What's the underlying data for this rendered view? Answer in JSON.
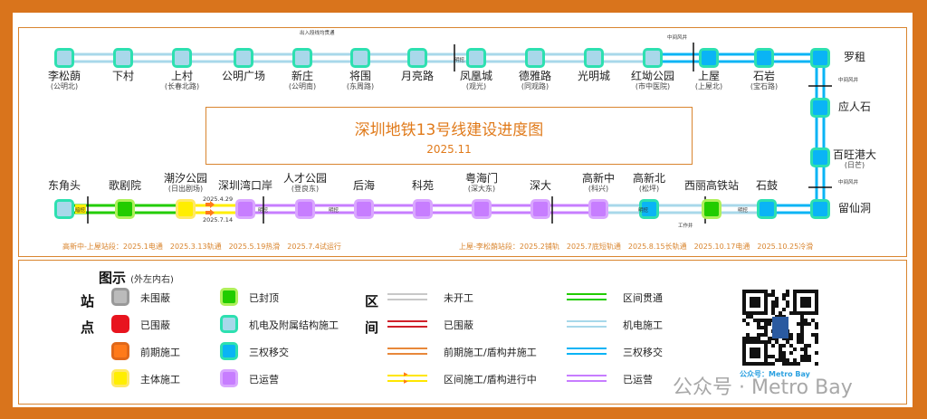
{
  "title": "深圳地铁13号线建设进度图",
  "date": "2025.11",
  "colors": {
    "mech": "#a8d8ea",
    "sanquan": "#0ab4f5",
    "operating": "#c77dff",
    "capped": "#22cc00",
    "main": "#ffee00",
    "early": "#ff7a1a",
    "enclosed": "#e8141e",
    "notstarted": "#bbbbbb",
    "border_mech": "#2de0b0",
    "frame": "#d9741c"
  },
  "stations": [
    {
      "name": "李松蓢",
      "sub": "(公明北)",
      "status": "mech"
    },
    {
      "name": "下村",
      "sub": "",
      "status": "mech"
    },
    {
      "name": "上村",
      "sub": "(长春北路)",
      "status": "mech"
    },
    {
      "name": "公明广场",
      "sub": "",
      "status": "mech"
    },
    {
      "name": "新庄",
      "sub": "(公明南)",
      "status": "mech"
    },
    {
      "name": "将围",
      "sub": "(东周路)",
      "status": "mech"
    },
    {
      "name": "月亮路",
      "sub": "",
      "status": "mech"
    },
    {
      "name": "凤凰城",
      "sub": "(观光)",
      "status": "mech"
    },
    {
      "name": "德雅路",
      "sub": "(同观路)",
      "status": "mech"
    },
    {
      "name": "光明城",
      "sub": "",
      "status": "mech"
    },
    {
      "name": "红坳公园",
      "sub": "(市中医院)",
      "status": "mech"
    },
    {
      "name": "上屋",
      "sub": "(上屋北)",
      "status": "sanquan"
    },
    {
      "name": "石岩",
      "sub": "(宝石路)",
      "status": "sanquan"
    },
    {
      "name": "罗租",
      "sub": "",
      "status": "sanquan"
    },
    {
      "name": "应人石",
      "sub": "",
      "status": "sanquan"
    },
    {
      "name": "百旺港大",
      "sub": "(日芒)",
      "status": "sanquan"
    },
    {
      "name": "留仙洞",
      "sub": "",
      "status": "sanquan"
    },
    {
      "name": "石鼓",
      "sub": "",
      "status": "sanquan"
    },
    {
      "name": "西丽高铁站",
      "sub": "",
      "status": "capped"
    },
    {
      "name": "高新北",
      "sub": "(松坪)",
      "status": "sanquan"
    },
    {
      "name": "高新中",
      "sub": "(科兴)",
      "status": "operating"
    },
    {
      "name": "深大",
      "sub": "",
      "status": "operating"
    },
    {
      "name": "粤海门",
      "sub": "(深大东)",
      "status": "operating"
    },
    {
      "name": "科苑",
      "sub": "",
      "status": "operating"
    },
    {
      "name": "后海",
      "sub": "",
      "status": "operating"
    },
    {
      "name": "人才公园",
      "sub": "(登良东)",
      "status": "operating"
    },
    {
      "name": "深圳湾口岸",
      "sub": "",
      "status": "operating"
    },
    {
      "name": "潮汐公园",
      "sub": "(日出剧场)",
      "status": "main"
    },
    {
      "name": "歌剧院",
      "sub": "",
      "status": "capped"
    },
    {
      "name": "东角头",
      "sub": "",
      "status": "mech"
    }
  ],
  "segment_status": [
    "mech",
    "mech",
    "mech",
    "mech",
    "mech",
    "mech",
    "mech",
    "mech",
    "mech",
    "mech",
    "sanquan",
    "sanquan",
    "sanquan",
    "sanquan",
    "sanquan",
    "sanquan",
    "sanquan",
    "mech",
    "mech",
    "mech",
    "operating",
    "operating",
    "operating",
    "operating",
    "operating",
    "operating",
    "shield",
    "capped",
    "capped"
  ],
  "annotations": {
    "depot": "出入段线均贯通",
    "cut1": "明挖",
    "shaft1": "中间风井",
    "shaft2": "中间风井",
    "shaft3": "中间风井",
    "mine": "暗挖",
    "cut2": "明挖",
    "cut3": "明挖",
    "cut4": "明挖",
    "cut5": "明挖",
    "workshaft": "工作井",
    "date_a": "2025.4.29",
    "date_b": "2025.7.14"
  },
  "notes": {
    "left": "高新中-上屋站段：2025.1电通　2025.3.13轨通　2025.5.19热滑　2025.7.4试运行",
    "right": "上屋-李松蓢站段：2025.2铺轨　2025.7底短轨通　2025.8.15长轨通　2025.10.17电通　2025.10.25冷滑"
  },
  "legend": {
    "title": "图示",
    "subtitle": "(外左内右)",
    "station_label_1": "站",
    "station_label_2": "点",
    "section_label_1": "区",
    "section_label_2": "间",
    "stations": [
      {
        "label": "未围蔽",
        "color": "#bbbbbb",
        "border": "#999999"
      },
      {
        "label": "已围蔽",
        "color": "#e8141e",
        "border": "#e8141e"
      },
      {
        "label": "前期施工",
        "color": "#ff7a1a",
        "border": "#e0681a"
      },
      {
        "label": "主体施工",
        "color": "#ffee00",
        "border": "#ffe866"
      },
      {
        "label": "已封顶",
        "color": "#22cc00",
        "border": "#aef05a"
      },
      {
        "label": "机电及附属结构施工",
        "color": "#a8d8ea",
        "border": "#2de0b0"
      },
      {
        "label": "三权移交",
        "color": "#0ab4f5",
        "border": "#2de0b0"
      },
      {
        "label": "已运营",
        "color": "#c77dff",
        "border": "#d9a6ff"
      }
    ],
    "sections": [
      {
        "label": "未开工",
        "color": "#c8c8c8"
      },
      {
        "label": "已围蔽",
        "color": "#d0202a"
      },
      {
        "label": "前期施工/盾构井施工",
        "color": "#e8883a"
      },
      {
        "label": "区间施工/盾构进行中",
        "color": "#ffe600"
      },
      {
        "label": "区间贯通",
        "color": "#22cc00"
      },
      {
        "label": "机电施工",
        "color": "#a8d8ea"
      },
      {
        "label": "三权移交",
        "color": "#0ab4f5"
      },
      {
        "label": "已运营",
        "color": "#c77dff"
      }
    ],
    "qr_caption": "公众号：Metro Bay",
    "watermark": "公众号 · Metro Bay"
  }
}
